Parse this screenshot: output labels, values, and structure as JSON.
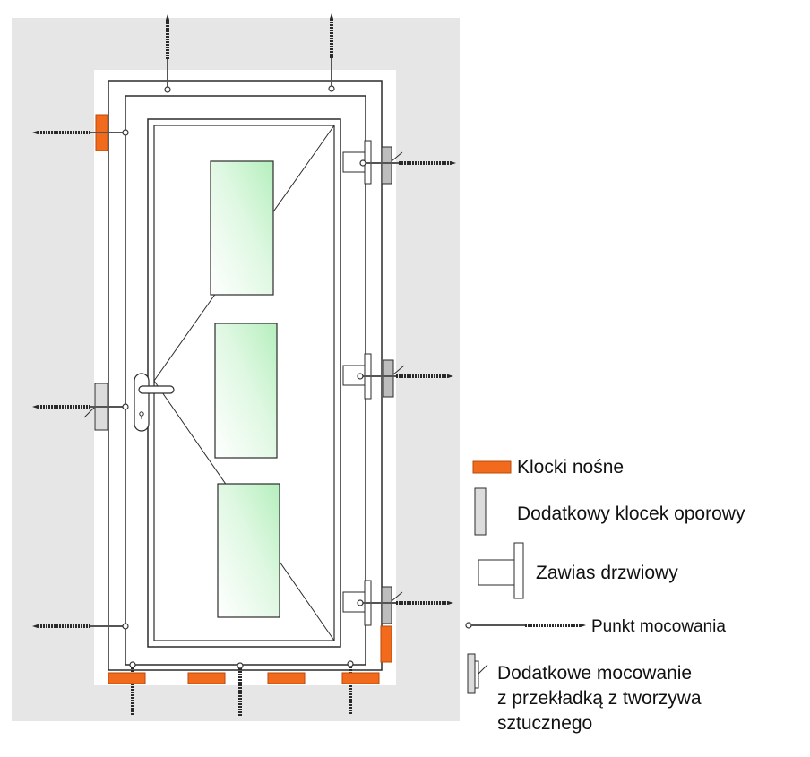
{
  "colors": {
    "wall": "#e6e6e6",
    "frame": "#ffffff",
    "outline": "#2b2b2b",
    "block": "#f26a1b",
    "block_stroke": "#b84a0a",
    "support": "#dcdcdc",
    "glass_top": "#c6f2cc",
    "glass_bottom": "#ffffff",
    "screw": "#2a2a2a"
  },
  "legend": {
    "items": [
      {
        "icon": "orange-block-icon",
        "label": "Klocki nośne"
      },
      {
        "icon": "support-block-icon",
        "label": "Dodatkowy klocek oporowy"
      },
      {
        "icon": "hinge-icon",
        "label": "Zawias drzwiowy"
      },
      {
        "icon": "screw-icon",
        "label": "Punkt mocowania"
      },
      {
        "icon": "spacer-fixing-icon",
        "label_lines": [
          "Dodatkowe mocowanie",
          "z przekładką z tworzywa",
          "sztucznego"
        ]
      }
    ]
  }
}
